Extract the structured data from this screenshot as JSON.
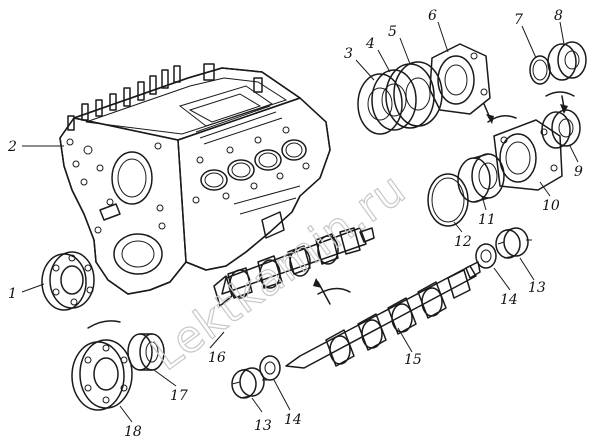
{
  "watermark": "Lektkamin.ru",
  "labels": {
    "l1": "1",
    "l2": "2",
    "l3": "3",
    "l4": "4",
    "l5": "5",
    "l6": "6",
    "l7": "7",
    "l8": "8",
    "l9": "9",
    "l10": "10",
    "l11": "11",
    "l12": "12",
    "l13a": "13",
    "l13b": "13",
    "l14a": "14",
    "l14b": "14",
    "l15": "15",
    "l16": "16",
    "l17": "17",
    "l18": "18"
  }
}
